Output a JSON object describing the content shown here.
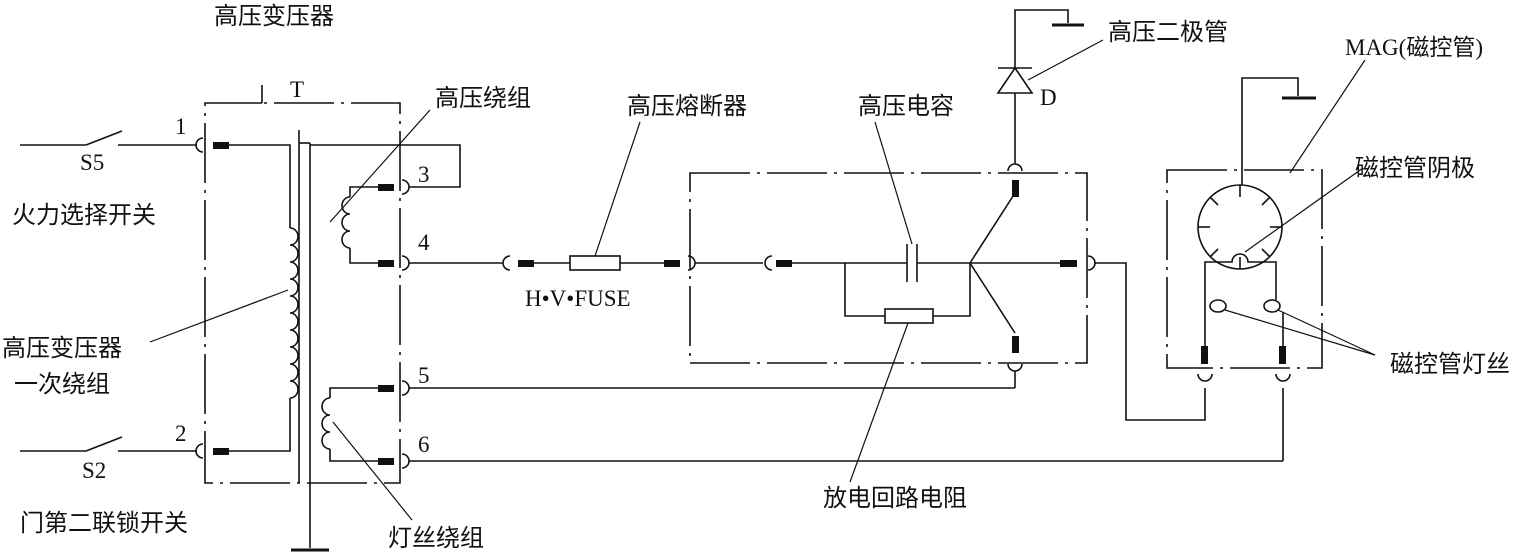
{
  "labels": {
    "hv_transformer": "高压变压器",
    "transformer_ref": "T",
    "hv_winding": "高压绕组",
    "hv_fuse": "高压熔断器",
    "fuse_code": "H•V•FUSE",
    "hv_capacitor": "高压电容",
    "hv_diode": "高压二极管",
    "diode_ref": "D",
    "magnetron": "MAG(磁控管)",
    "magnetron_cathode": "磁控管阴极",
    "magnetron_filament": "磁控管灯丝",
    "switch_s5": "S5",
    "switch_s5_name": "火力选择开关",
    "switch_s2": "S2",
    "switch_s2_name": "门第二联锁开关",
    "primary_winding_1": "高压变压器",
    "primary_winding_2": "一次绕组",
    "filament_winding": "灯丝绕组",
    "discharge_resistor": "放电回路电阻",
    "terminal_1": "1",
    "terminal_2": "2",
    "terminal_3": "3",
    "terminal_4": "4",
    "terminal_5": "5",
    "terminal_6": "6"
  }
}
